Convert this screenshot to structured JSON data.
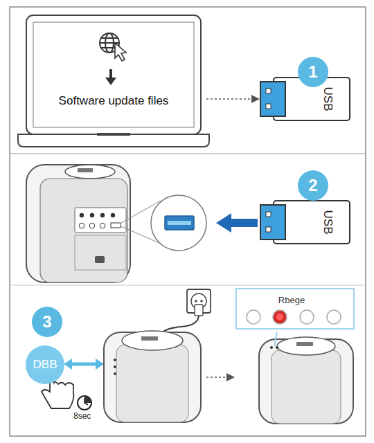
{
  "diagram": {
    "nodes": [
      {
        "text": [
          "Software update files"
        ]
      },
      {
        "text": [
          "1"
        ]
      },
      {
        "text": [
          "USB"
        ]
      },
      {
        "text": [
          "2"
        ]
      },
      {
        "text": [
          "USB"
        ]
      },
      {
        "text": [
          "3"
        ]
      },
      {
        "text": [
          "DBB"
        ]
      },
      {
        "text": [
          "Rbege"
        ]
      }
    ],
    "edges": [
      {
        "from": 0,
        "to": 2,
        "arrow": "to"
      }
    ],
    "labels": [
      "8sec"
    ]
  }
}
